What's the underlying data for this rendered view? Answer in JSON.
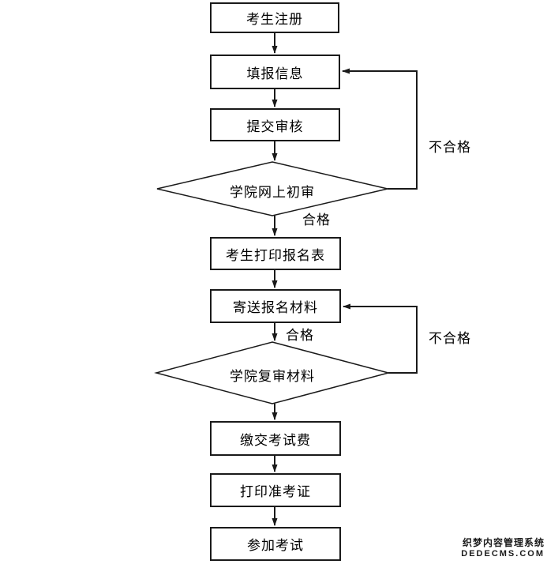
{
  "flowchart": {
    "steps": [
      {
        "id": "register",
        "type": "process",
        "label": "考生注册"
      },
      {
        "id": "fill-info",
        "type": "process",
        "label": "填报信息"
      },
      {
        "id": "submit-review",
        "type": "process",
        "label": "提交审核"
      },
      {
        "id": "online-review",
        "type": "decision",
        "label": "学院网上初审"
      },
      {
        "id": "print-form",
        "type": "process",
        "label": "考生打印报名表"
      },
      {
        "id": "mail-materials",
        "type": "process",
        "label": "寄送报名材料"
      },
      {
        "id": "material-review",
        "type": "decision",
        "label": "学院复审材料"
      },
      {
        "id": "pay-fee",
        "type": "process",
        "label": "缴交考试费"
      },
      {
        "id": "print-ticket",
        "type": "process",
        "label": "打印准考证"
      },
      {
        "id": "take-exam",
        "type": "process",
        "label": "参加考试"
      }
    ],
    "edge_labels": {
      "pass_1": "合格",
      "fail_1": "不合格",
      "pass_2": "合格",
      "fail_2": "不合格"
    }
  },
  "watermark": {
    "line1": "织梦内容管理系统",
    "line2": "DEDECMS.COM"
  },
  "colors": {
    "stroke": "#1a1a1a",
    "background": "#ffffff",
    "watermark_text": "#1a1a1a"
  }
}
